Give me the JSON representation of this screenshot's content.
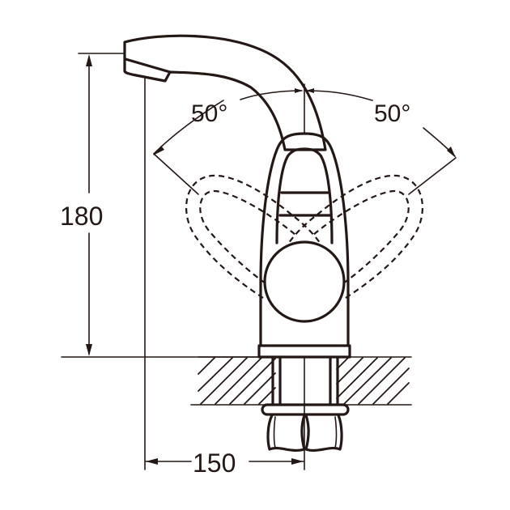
{
  "drawing": {
    "subject": "Single-lever basin faucet technical drawing",
    "line_color": "#231815",
    "background_color": "#ffffff",
    "dimensions": {
      "height": {
        "value": "180",
        "label": "180"
      },
      "reach": {
        "value": "150",
        "label": "150"
      },
      "lever_left_angle": {
        "value": "50",
        "label": "50°"
      },
      "lever_right_angle": {
        "value": "50",
        "label": "50°"
      }
    }
  }
}
